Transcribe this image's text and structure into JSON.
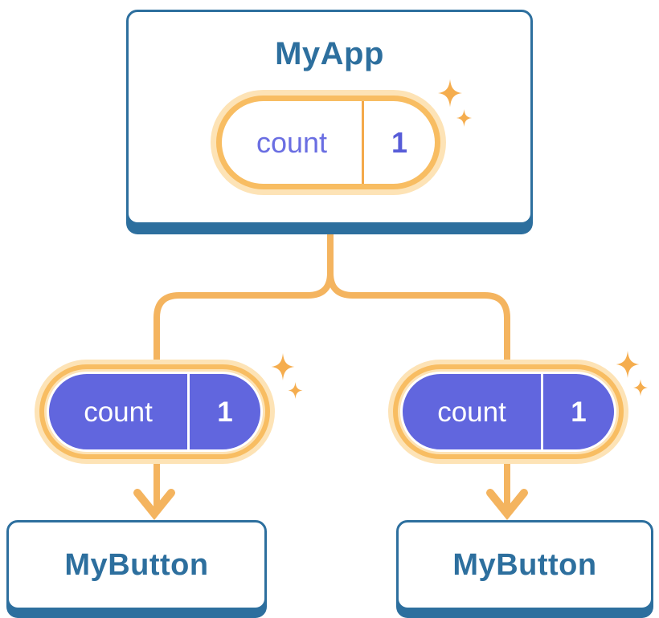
{
  "root": {
    "title": "MyApp",
    "state": {
      "name": "count",
      "value": "1"
    }
  },
  "children": [
    {
      "title": "MyButton",
      "state": {
        "name": "count",
        "value": "1"
      }
    },
    {
      "title": "MyButton",
      "state": {
        "name": "count",
        "value": "1"
      }
    }
  ],
  "icons": {
    "sparkle": "four-point-star-sparkle",
    "arrow": "down-arrow"
  },
  "colors": {
    "card_border_blue": "#2d6f9e",
    "title_text_blue": "#2d6f9e",
    "pill_purple": "#6166de",
    "pill_ring_orange": "#f8bd62",
    "pill_halo_cream": "#fde3b6",
    "connector_orange": "#f4b45f",
    "sparkle_orange": "#f5ad4e",
    "state_name_indigo": "#6a6ee2",
    "state_value_indigo": "#575cd8",
    "card_background": "#ffffff"
  }
}
